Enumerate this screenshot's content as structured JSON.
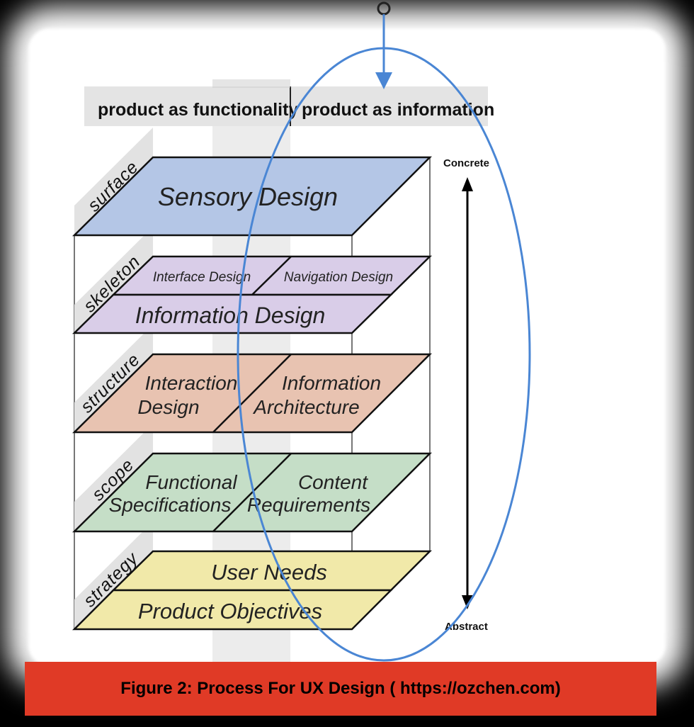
{
  "header": {
    "left": "product as functionality",
    "right": "product as information"
  },
  "layers": {
    "surface": "surface",
    "skeleton": "skeleton",
    "structure": "structure",
    "scope": "scope",
    "strategy": "strategy"
  },
  "planes": {
    "sensory_design": "Sensory Design",
    "interface_design": "Interface Design",
    "navigation_design": "Navigation Design",
    "information_design": "Information Design",
    "interaction_design_line1": "Interaction",
    "interaction_design_line2": "Design",
    "information_architecture_line1": "Information",
    "information_architecture_line2": "Architecture",
    "functional_specifications_line1": "Functional",
    "functional_specifications_line2": "Specifications",
    "content_requirements_line1": "Content",
    "content_requirements_line2": "Requirements",
    "user_needs": "User Needs",
    "product_objectives": "Product Objectives"
  },
  "axis": {
    "top": "Concrete",
    "bottom": "Abstract"
  },
  "colors": {
    "surface": "#b4c6e6",
    "skeleton": "#d9cde8",
    "structure": "#e8c3b1",
    "scope": "#c5dec7",
    "strategy": "#f1e9a9",
    "annotation": "#4a86d4",
    "caption_bg": "#e03a26"
  },
  "caption": "Figure 2: Process For UX Design ( https://ozchen.com)"
}
